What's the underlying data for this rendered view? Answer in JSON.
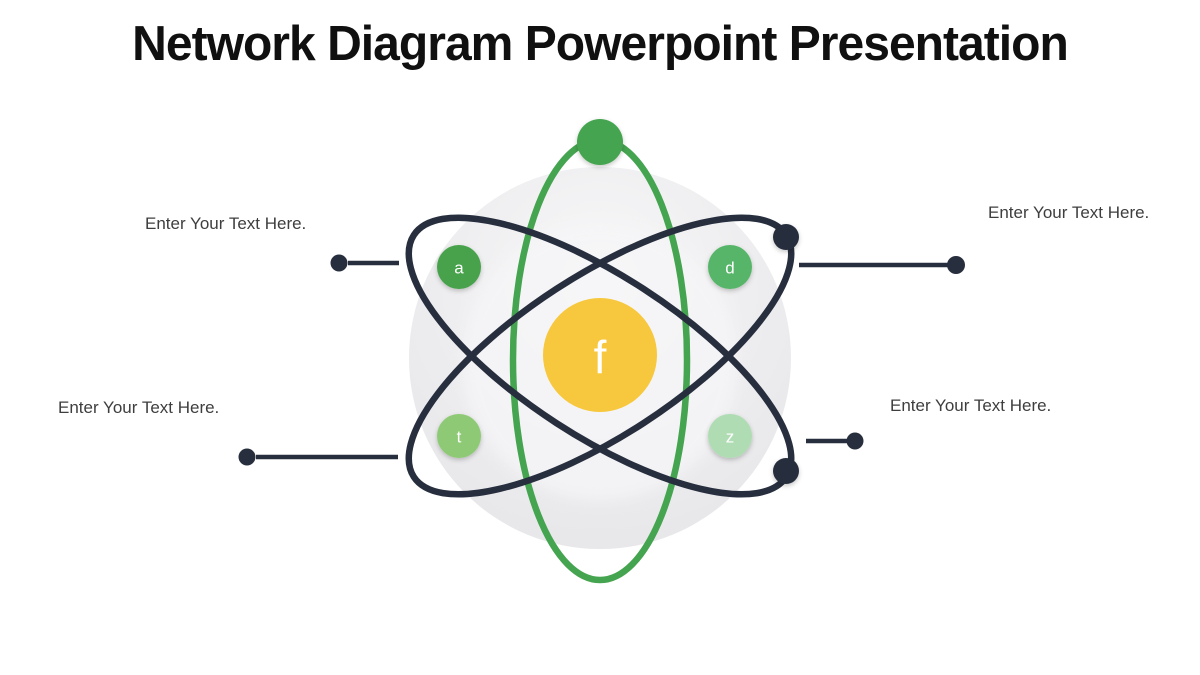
{
  "slide": {
    "title": "Network Diagram Powerpoint Presentation",
    "placeholders": [
      {
        "id": "top-left",
        "text": "Enter Your Text Here."
      },
      {
        "id": "top-right",
        "text": "Enter Your Text Here."
      },
      {
        "id": "bottom-left",
        "text": "Enter Your Text Here."
      },
      {
        "id": "bottom-right",
        "text": "Enter Your Text Here."
      }
    ],
    "nodes": {
      "center": "f",
      "top_left": "a",
      "top_right": "d",
      "bottom_left": "t",
      "bottom_right": "z"
    },
    "colors": {
      "green": "#45a44f",
      "dark": "#272e3e",
      "nucleus_yellow": "#f7c83d",
      "node_a": "#46a24c",
      "node_d": "#57b567",
      "node_t": "#8eca75",
      "node_z": "#afdcb3",
      "sphere_gray": "#ebebed",
      "label_text": "#3e3e3e",
      "title_text": "#101010"
    }
  }
}
